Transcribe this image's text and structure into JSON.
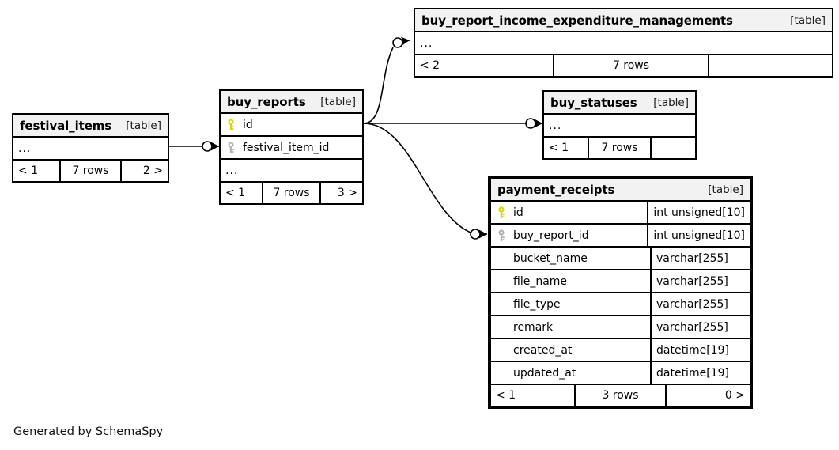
{
  "diagram": {
    "credit": "Generated by SchemaSpy",
    "kind_label": "[table]",
    "rows_suffix": "rows",
    "colors": {
      "primary_key": "#d8d800",
      "foreign_key": "#b3b3b3",
      "header_bg": "#f2f2f2",
      "border": "#000000",
      "background": "#ffffff"
    }
  },
  "tables": {
    "festival_items": {
      "name": "festival_items",
      "kind": "[table]",
      "ellipsis": "...",
      "footer": {
        "left": "< 1",
        "middle": "7 rows",
        "right": "2 >"
      }
    },
    "buy_reports": {
      "name": "buy_reports",
      "kind": "[table]",
      "columns": [
        {
          "name": "id",
          "key": "primary",
          "key_icon": "primary-key-icon"
        },
        {
          "name": "festival_item_id",
          "key": "foreign",
          "key_icon": "foreign-key-icon"
        }
      ],
      "ellipsis": "...",
      "footer": {
        "left": "< 1",
        "middle": "7 rows",
        "right": "3 >"
      }
    },
    "buy_report_income_expenditure_managements": {
      "name": "buy_report_income_expenditure_managements",
      "kind": "[table]",
      "ellipsis": "...",
      "footer": {
        "left": "< 2",
        "middle": "7 rows",
        "right": ""
      }
    },
    "buy_statuses": {
      "name": "buy_statuses",
      "kind": "[table]",
      "ellipsis": "...",
      "footer": {
        "left": "< 1",
        "middle": "7 rows",
        "right": ""
      }
    },
    "payment_receipts": {
      "name": "payment_receipts",
      "kind": "[table]",
      "focal": true,
      "columns": [
        {
          "name": "id",
          "type": "int unsigned[10]",
          "key": "primary",
          "key_icon": "primary-key-icon"
        },
        {
          "name": "buy_report_id",
          "type": "int unsigned[10]",
          "key": "foreign",
          "key_icon": "foreign-key-icon"
        },
        {
          "name": "bucket_name",
          "type": "varchar[255]",
          "key": "none",
          "key_icon": ""
        },
        {
          "name": "file_name",
          "type": "varchar[255]",
          "key": "none",
          "key_icon": ""
        },
        {
          "name": "file_type",
          "type": "varchar[255]",
          "key": "none",
          "key_icon": ""
        },
        {
          "name": "remark",
          "type": "varchar[255]",
          "key": "none",
          "key_icon": ""
        },
        {
          "name": "created_at",
          "type": "datetime[19]",
          "key": "none",
          "key_icon": ""
        },
        {
          "name": "updated_at",
          "type": "datetime[19]",
          "key": "none",
          "key_icon": ""
        }
      ],
      "footer": {
        "left": "< 1",
        "middle": "3 rows",
        "right": "0 >"
      }
    }
  },
  "relationships": [
    {
      "from": "festival_items",
      "to": "buy_reports",
      "to_column": "festival_item_id"
    },
    {
      "from": "buy_reports",
      "to": "buy_report_income_expenditure_managements"
    },
    {
      "from": "buy_reports",
      "to": "buy_statuses"
    },
    {
      "from": "buy_reports",
      "to": "payment_receipts",
      "to_column": "buy_report_id"
    }
  ]
}
